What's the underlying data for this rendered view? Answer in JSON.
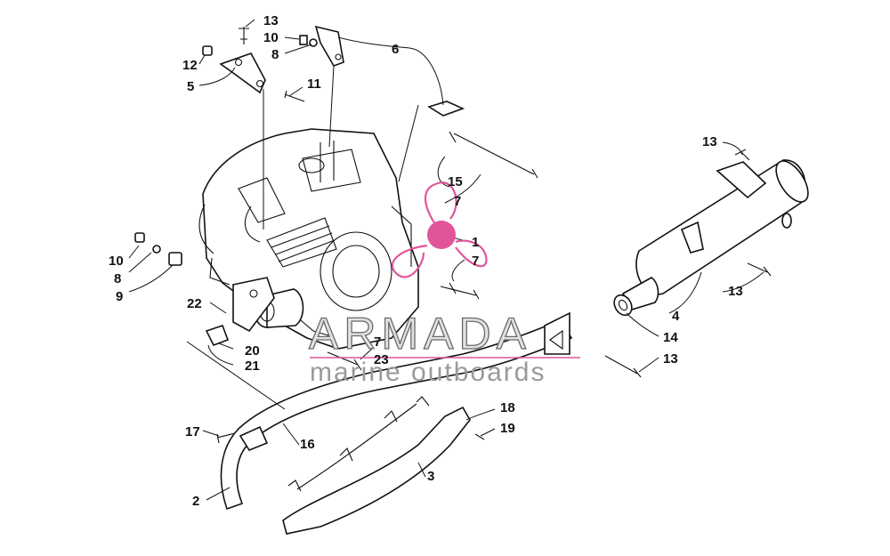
{
  "watermark": {
    "title": "ARMADA",
    "subtitle": "marine outboards",
    "accent_color": "#e0559a",
    "text_color": "#6a6a6a"
  },
  "callouts": {
    "c1": "1",
    "c2": "2",
    "c3": "3",
    "c4": "4",
    "c5": "5",
    "c6": "6",
    "c7a": "7",
    "c7b": "7",
    "c7c": "7",
    "c8a": "8",
    "c8b": "8",
    "c9": "9",
    "c10a": "10",
    "c10b": "10",
    "c11": "11",
    "c12": "12",
    "c13a": "13",
    "c13b": "13",
    "c13c": "13",
    "c13d": "13",
    "c14": "14",
    "c15": "15",
    "c16": "16",
    "c17": "17",
    "c18": "18",
    "c19": "19",
    "c20": "20",
    "c21": "21",
    "c22": "22",
    "c23": "23"
  }
}
